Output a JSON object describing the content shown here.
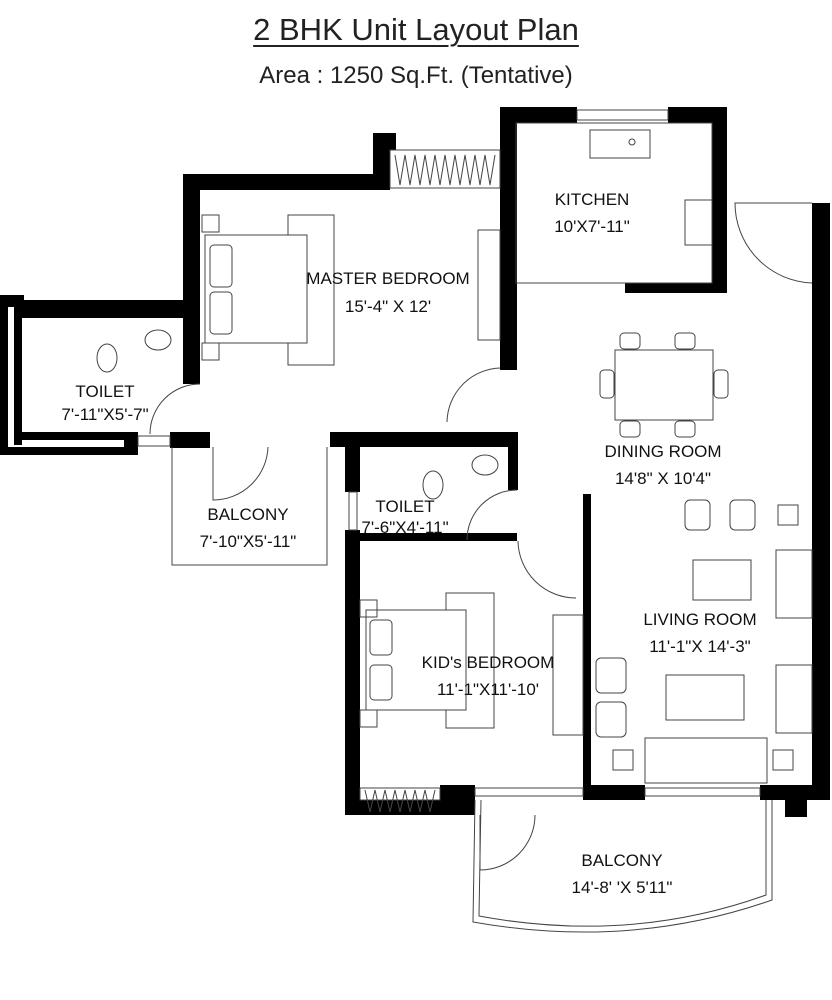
{
  "title": "2 BHK Unit Layout Plan",
  "subtitle": "Area : 1250 Sq.Ft. (Tentative)",
  "rooms": [
    {
      "name": "KITCHEN",
      "size": "10'X7'-11\""
    },
    {
      "name": "MASTER BEDROOM",
      "size": "15'-4\" X 12'"
    },
    {
      "name": "TOILET",
      "size": "7'-11\"X5'-7\""
    },
    {
      "name": "DINING ROOM",
      "size": "14'8\" X 10'4\""
    },
    {
      "name": "BALCONY",
      "size": "7'-10\"X5'-11\""
    },
    {
      "name": "TOILET",
      "size": "7'-6\"X4'-11\""
    },
    {
      "name": "LIVING ROOM",
      "size": "11'-1\"X 14'-3\""
    },
    {
      "name": "KID's BEDROOM",
      "size": "11'-1\"X11'-10'"
    },
    {
      "name": "BALCONY",
      "size": "14'-8' 'X 5'11\""
    }
  ],
  "colors": {
    "wall": "#000000",
    "line": "#444444"
  }
}
